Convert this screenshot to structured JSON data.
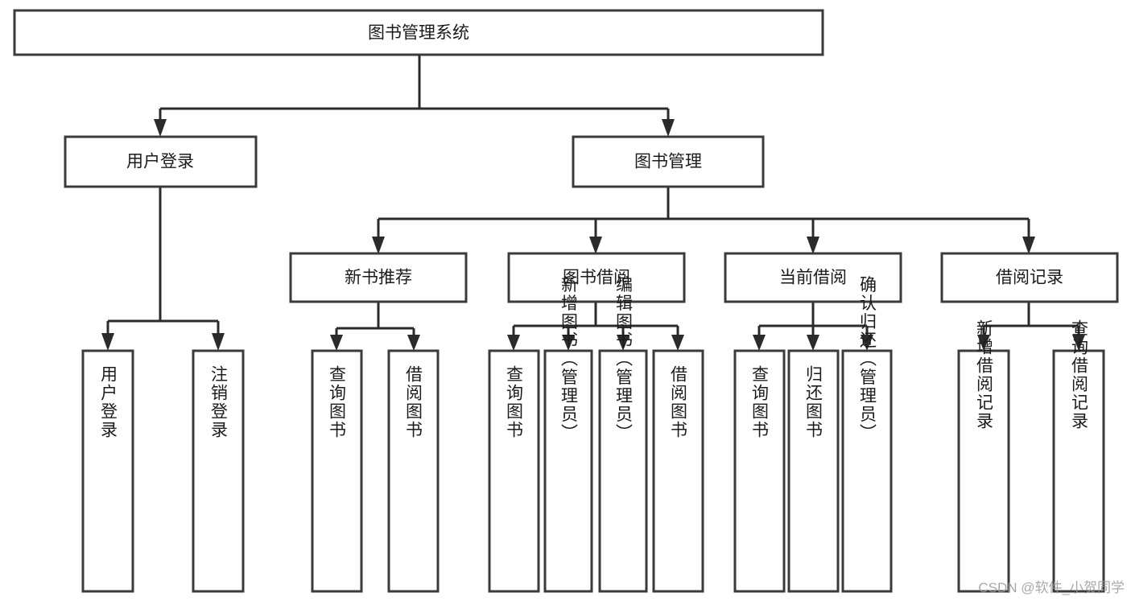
{
  "diagram": {
    "type": "tree-hierarchy",
    "title": "图书管理系统",
    "watermark": "CSDN @软件_小贺同学",
    "colors": {
      "box_stroke": "#3b3b3b",
      "connector": "#2b2b2b",
      "text": "#1b1b1b",
      "background": "#ffffff",
      "watermark": "#9a9a9a"
    },
    "levels": {
      "root": {
        "label": "图书管理系统"
      },
      "level2": [
        {
          "label": "用户登录"
        },
        {
          "label": "图书管理"
        }
      ],
      "level3": [
        {
          "label": "新书推荐"
        },
        {
          "label": "图书借阅"
        },
        {
          "label": "当前借阅"
        },
        {
          "label": "借阅记录"
        }
      ],
      "leaves": {
        "user_login": [
          {
            "label": "用户登录"
          },
          {
            "label": "注销登录"
          }
        ],
        "new_book_recommend": [
          {
            "label": "查询图书"
          },
          {
            "label": "借阅图书"
          }
        ],
        "book_borrow": [
          {
            "label": "查询图书"
          },
          {
            "label": "新增图书（管理员）"
          },
          {
            "label": "编辑图书（管理员）"
          },
          {
            "label": "借阅图书"
          }
        ],
        "current_borrow": [
          {
            "label": "查询图书"
          },
          {
            "label": "归还图书"
          },
          {
            "label": "确认归还（管理员）"
          }
        ],
        "borrow_record": [
          {
            "label": "新增借阅记录"
          },
          {
            "label": "查询借阅记录"
          }
        ]
      }
    }
  }
}
